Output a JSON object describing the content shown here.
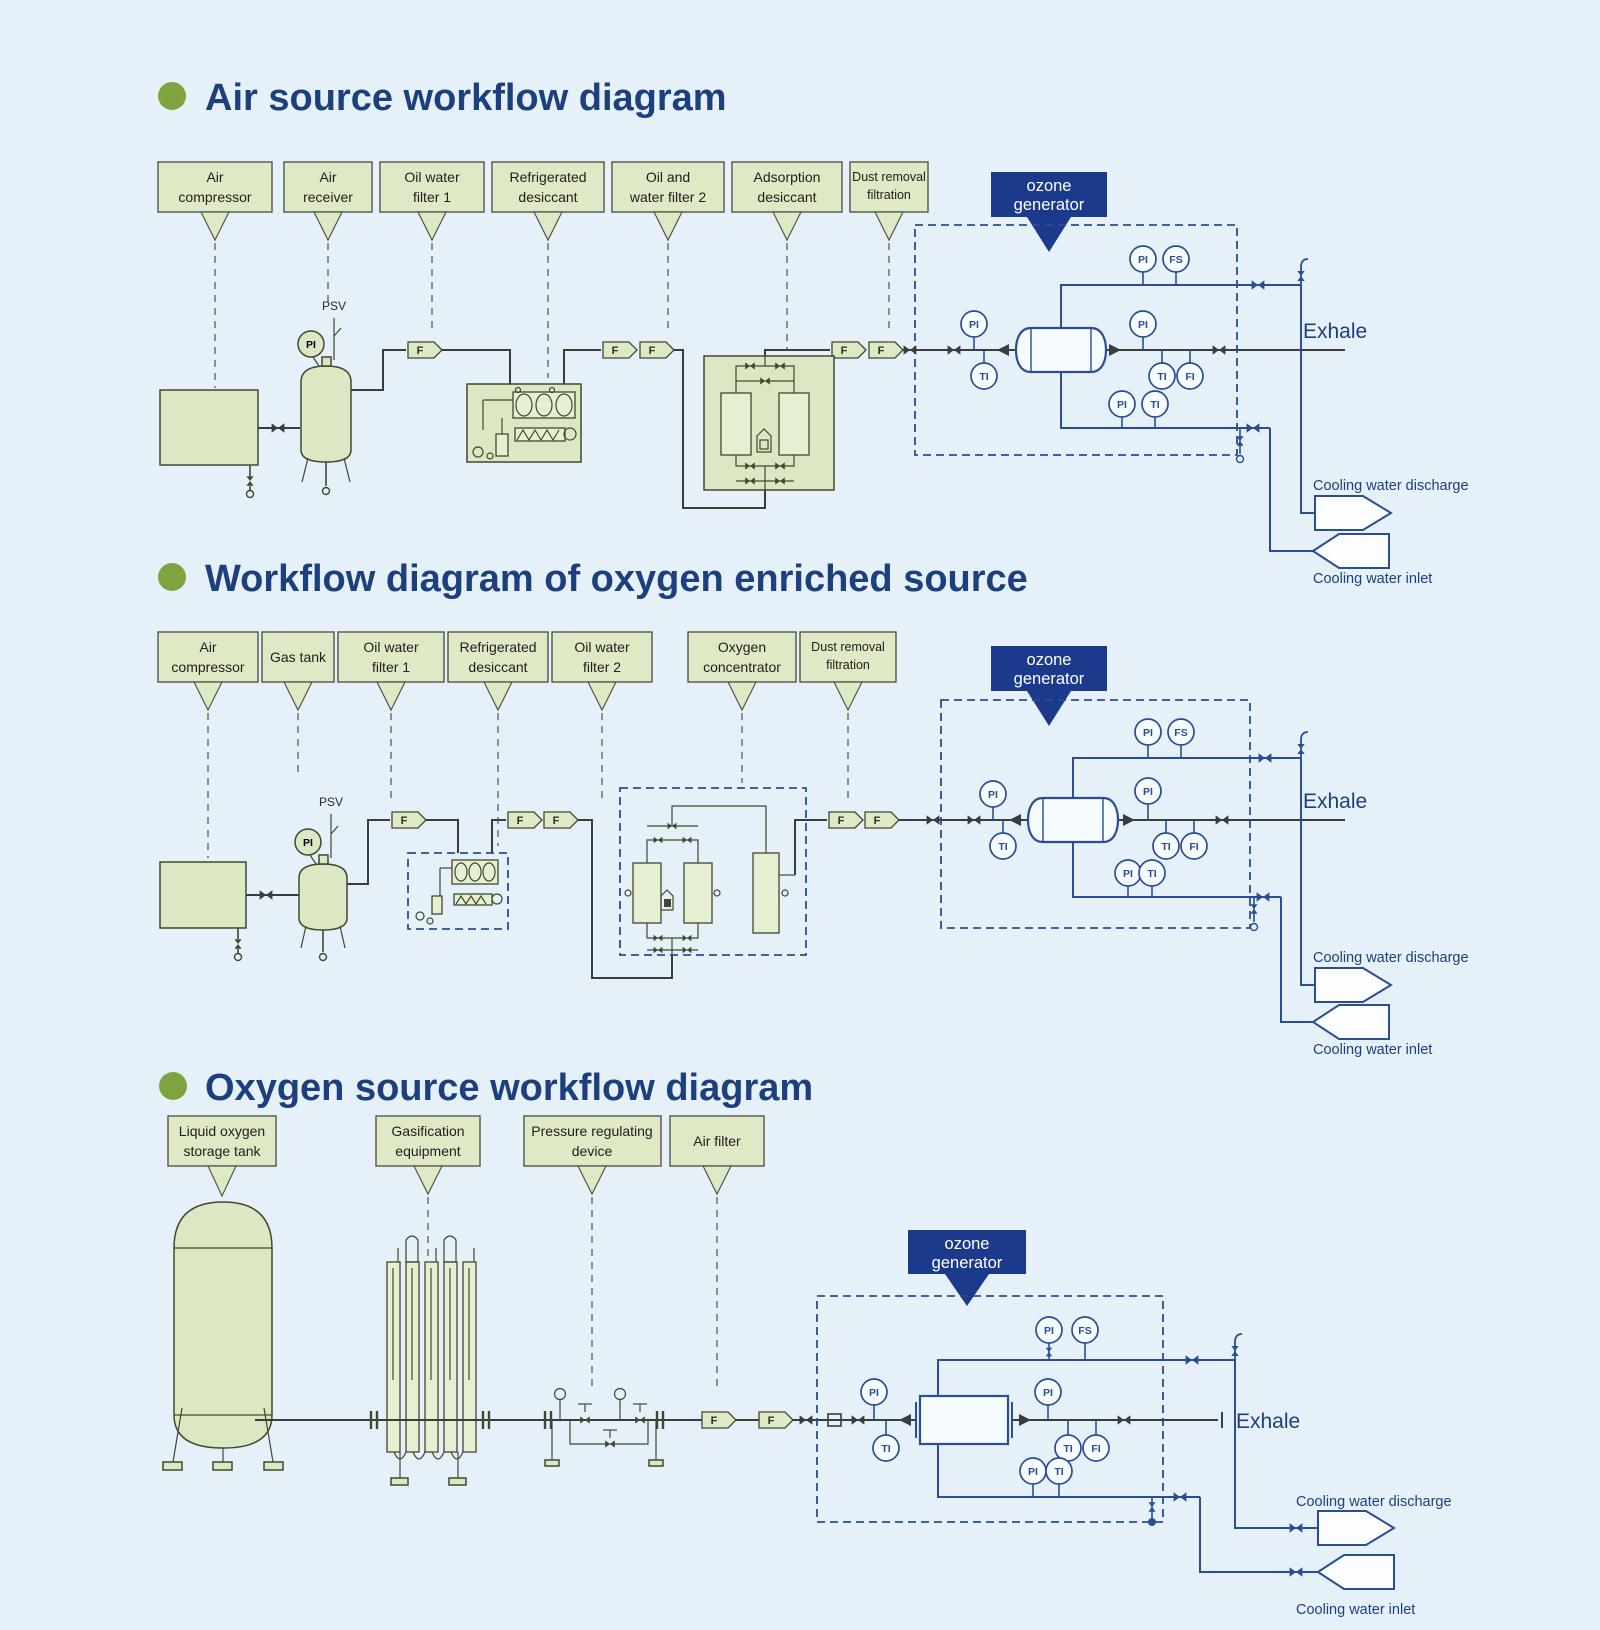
{
  "page": {
    "background": "#e6f0f8"
  },
  "common": {
    "ozone_tag": {
      "line1": "ozone",
      "line2": "generator"
    },
    "exhale": "Exhale",
    "cooling_water_discharge": "Cooling water discharge",
    "cooling_water_inlet": "Cooling water inlet",
    "psv": "PSV",
    "instruments": {
      "pi": "PI",
      "ti": "TI",
      "fi": "FI",
      "fs": "FS"
    },
    "filter_letter": "F",
    "colors": {
      "title_navy": "#1c3f7e",
      "tag_blue": "#1b3a8c",
      "bullet_green": "#7ea43f",
      "callout_fill": "#dfe9c6",
      "equipment_fill": "#dce8c4",
      "pipe_blue": "#2a4d94",
      "pipe_dark": "#3c3c3c",
      "background": "#e6f0f8"
    }
  },
  "diagram1": {
    "title": "Air source workflow diagram",
    "callouts": [
      {
        "line1": "Air",
        "line2": "compressor"
      },
      {
        "line1": "Air",
        "line2": "receiver"
      },
      {
        "line1": "Oil water",
        "line2": "filter 1"
      },
      {
        "line1": "Refrigerated",
        "line2": "desiccant"
      },
      {
        "line1": "Oil and",
        "line2": "water filter 2"
      },
      {
        "line1": "Adsorption",
        "line2": "desiccant"
      },
      {
        "line1": "Dust removal",
        "line2": "filtration"
      }
    ]
  },
  "diagram2": {
    "title": "Workflow diagram of oxygen enriched source",
    "callouts": [
      {
        "line1": "Air",
        "line2": "compressor"
      },
      {
        "line1": "Gas tank",
        "line2": ""
      },
      {
        "line1": "Oil water",
        "line2": "filter 1"
      },
      {
        "line1": "Refrigerated",
        "line2": "desiccant"
      },
      {
        "line1": "Oil water",
        "line2": "filter 2"
      },
      {
        "line1": "Oxygen",
        "line2": "concentrator"
      },
      {
        "line1": "Dust removal",
        "line2": "filtration"
      }
    ]
  },
  "diagram3": {
    "title": "Oxygen source workflow diagram",
    "callouts": [
      {
        "line1": "Liquid oxygen",
        "line2": "storage tank"
      },
      {
        "line1": "Gasification",
        "line2": "equipment"
      },
      {
        "line1": "Pressure regulating",
        "line2": "device"
      },
      {
        "line1": "Air filter",
        "line2": ""
      }
    ]
  }
}
